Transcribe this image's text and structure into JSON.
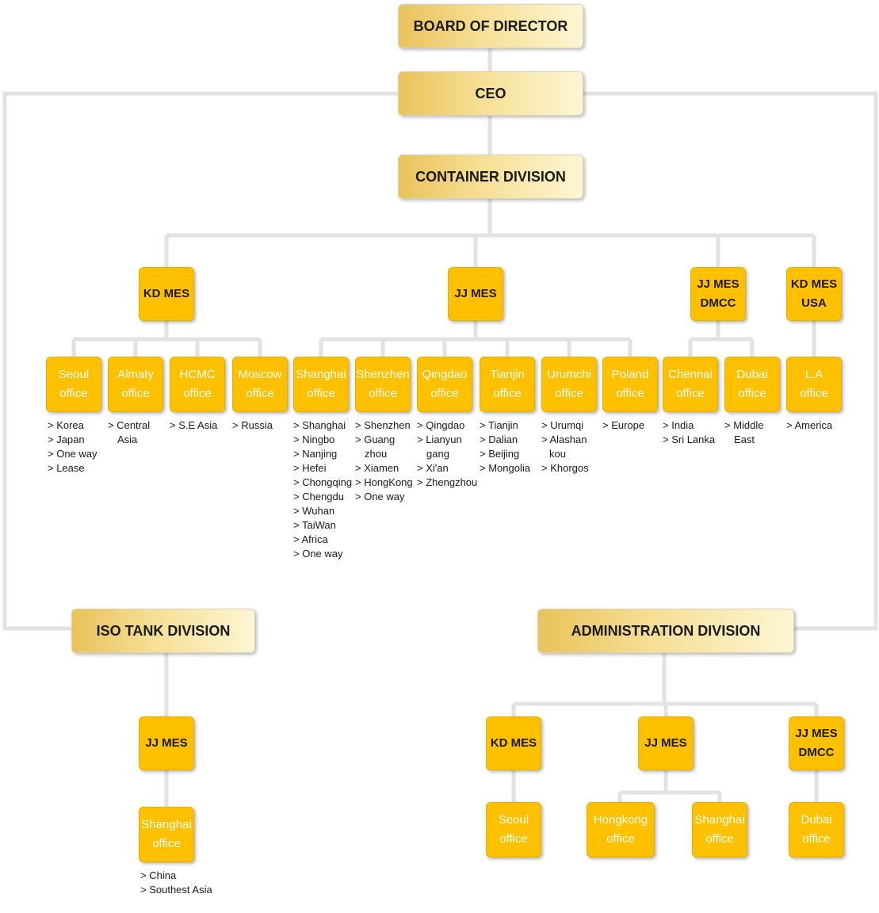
{
  "top": {
    "board": "BOARD OF DIRECTOR",
    "ceo": "CEO"
  },
  "container": {
    "title": "CONTAINER DIVISION",
    "kd_mes": {
      "name": "KD MES",
      "offices": [
        {
          "line1": "Seoul",
          "line2": "office",
          "regions": [
            "> Korea",
            "> Japan",
            "> One way",
            "> Lease"
          ]
        },
        {
          "line1": "Almaty",
          "line2": "office",
          "regions": [
            "> Central",
            "   Asia"
          ]
        },
        {
          "line1": "HCMC",
          "line2": "office",
          "regions": [
            "> S.E Asia"
          ]
        },
        {
          "line1": "Moscow",
          "line2": "office",
          "regions": [
            "> Russia"
          ]
        }
      ]
    },
    "jj_mes": {
      "name": "JJ MES",
      "offices": [
        {
          "line1": "Shanghai",
          "line2": "office",
          "regions": [
            "> Shanghai",
            "> Ningbo",
            "> Nanjing",
            "> Hefei",
            "> Chongqing",
            "> Chengdu",
            "> Wuhan",
            "> TaiWan",
            "> Africa",
            "> One way"
          ]
        },
        {
          "line1": "Shenzhen",
          "line2": "office",
          "regions": [
            "> Shenzhen",
            "> Guang",
            "   zhou",
            "> Xiamen",
            "> HongKong",
            "> One way"
          ]
        },
        {
          "line1": "Qingdao",
          "line2": "office",
          "regions": [
            "> Qingdao",
            "> Lianyun",
            "   gang",
            "> Xi'an",
            "> Zhengzhou"
          ]
        },
        {
          "line1": "Tianjin",
          "line2": "office",
          "regions": [
            "> Tianjin",
            "> Dalian",
            "> Beijing",
            "> Mongolia"
          ]
        },
        {
          "line1": "Urumchi",
          "line2": "office",
          "regions": [
            "> Urumqi",
            "> Alashan",
            "   kou",
            "> Khorgos"
          ]
        },
        {
          "line1": "Poland",
          "line2": "office",
          "regions": [
            "> Europe"
          ]
        }
      ]
    },
    "jj_mes_dmcc": {
      "name_line1": "JJ MES",
      "name_line2": "DMCC",
      "offices": [
        {
          "line1": "Chennai",
          "line2": "office",
          "regions": [
            "> India",
            "> Sri Lanka"
          ]
        },
        {
          "line1": "Dubai",
          "line2": "office",
          "regions": [
            "> Middle",
            "   East"
          ]
        }
      ]
    },
    "kd_mes_usa": {
      "name_line1": "KD MES",
      "name_line2": "USA",
      "offices": [
        {
          "line1": "L.A",
          "line2": "office",
          "regions": [
            "> America"
          ]
        }
      ]
    }
  },
  "iso": {
    "title": "ISO TANK DIVISION",
    "jj_mes": {
      "name": "JJ MES",
      "offices": [
        {
          "line1": "Shanghai",
          "line2": "office",
          "regions": [
            "> China",
            "> Southest Asia"
          ]
        }
      ]
    }
  },
  "admin": {
    "title": "ADMINISTRATION DIVISION",
    "kd_mes": {
      "name": "KD MES",
      "offices": [
        {
          "line1": "Seoul",
          "line2": "office"
        }
      ]
    },
    "jj_mes": {
      "name": "JJ MES",
      "offices": [
        {
          "line1": "Hongkong",
          "line2": "office"
        },
        {
          "line1": "Shanghai",
          "line2": "office"
        }
      ]
    },
    "jj_mes_dmcc": {
      "name_line1": "JJ MES",
      "name_line2": "DMCC",
      "offices": [
        {
          "line1": "Dubai",
          "line2": "office"
        }
      ]
    }
  }
}
